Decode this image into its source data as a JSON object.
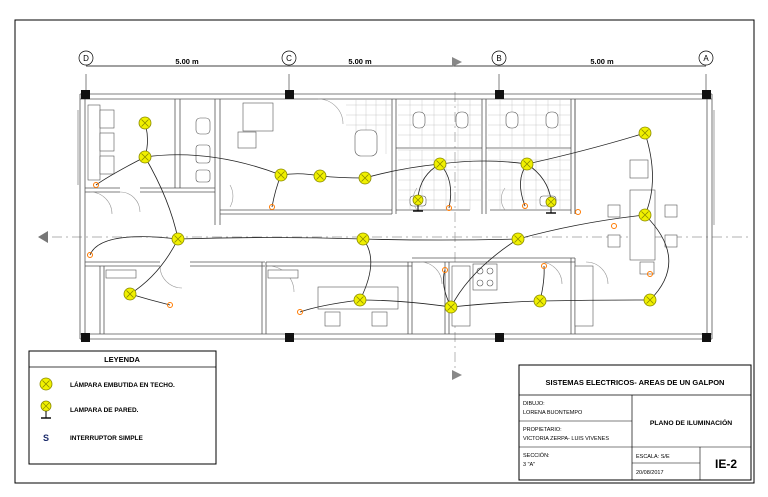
{
  "plan": {
    "dims": [
      "5.00 m",
      "5.00 m",
      "5.00 m"
    ],
    "axes": [
      "D",
      "C",
      "B",
      "A"
    ]
  },
  "legend": {
    "title": "LEYENDA",
    "items": [
      {
        "icon": "ceiling-lamp-icon",
        "label": "LÁMPARA EMBUTIDA EN TECHO."
      },
      {
        "icon": "wall-lamp-icon",
        "label": "LAMPARA DE PARED."
      },
      {
        "icon": "switch-symbol",
        "symbol": "S",
        "label": "INTERRUPTOR SIMPLE"
      }
    ]
  },
  "titleblock": {
    "title": "SISTEMAS ELECTRICOS-  AREAS DE UN GALPON",
    "dibujo_label": "DIBUJO:",
    "dibujo_value": "LORENA BUONTEMPO",
    "propietario_label": "PROPIETARIO:",
    "propietario_value": "VICTORIA ZERPA- LUIS VIVENES",
    "seccion_label": "SECCIÓN:",
    "seccion_value": "3 \"A\"",
    "plano": "PLANO DE ILUMINACIÓN",
    "escala": "ESCALA: S/E",
    "fecha": "20/08/2017",
    "code": "IE-2"
  },
  "colors": {
    "lamp": "#f0f000",
    "lamp_stroke": "#8a8a00",
    "switch": "#ff7a00",
    "wire": "#222222",
    "column": "#111111"
  }
}
